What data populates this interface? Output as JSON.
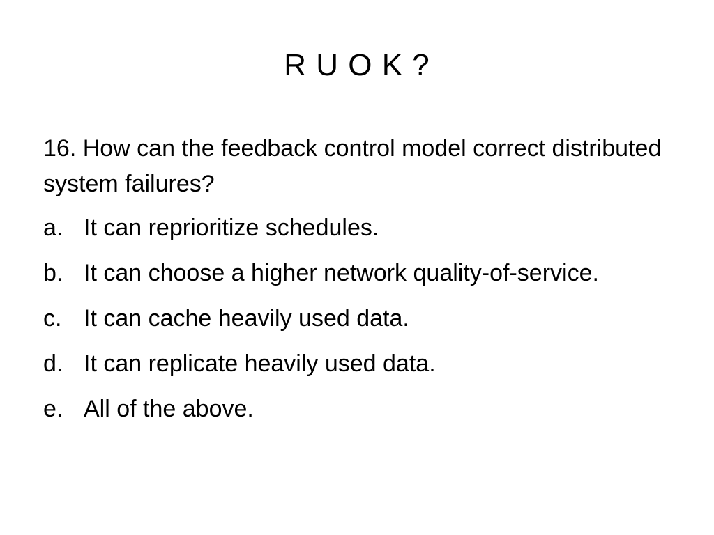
{
  "slide": {
    "title": "R U O K ?",
    "question": "16. How can the feedback control model correct distributed system failures?",
    "options": [
      {
        "letter": "a.",
        "text": "It can reprioritize schedules."
      },
      {
        "letter": "b.",
        "text": "It can choose a higher network quality-of-service."
      },
      {
        "letter": "c.",
        "text": "It can cache heavily used data."
      },
      {
        "letter": "d.",
        "text": "It can replicate heavily used data."
      },
      {
        "letter": "e.",
        "text": "All of the above."
      }
    ]
  },
  "colors": {
    "background": "#ffffff",
    "text": "#000000"
  }
}
